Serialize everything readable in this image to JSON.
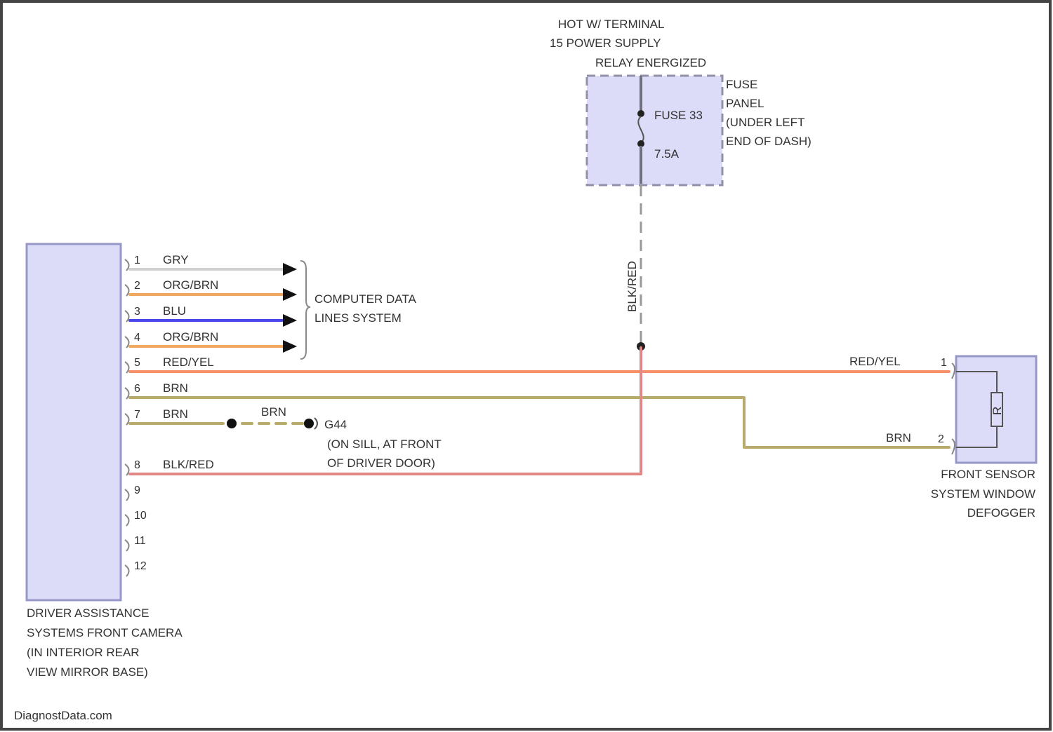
{
  "power": {
    "line1": "HOT W/ TERMINAL",
    "line2": "15 POWER SUPPLY",
    "line3": "RELAY ENERGIZED"
  },
  "fuse_panel": {
    "desc": [
      "FUSE",
      "PANEL",
      "(UNDER LEFT",
      "END OF DASH)"
    ],
    "fuse_name": "FUSE 33",
    "fuse_rating": "7.5A",
    "vertical_wire_label": "BLK/RED"
  },
  "camera": {
    "desc": [
      "DRIVER ASSISTANCE",
      "SYSTEMS FRONT CAMERA",
      "(IN INTERIOR REAR",
      "VIEW MIRROR BASE)"
    ],
    "pins": [
      {
        "num": "1",
        "wire": "GRY"
      },
      {
        "num": "2",
        "wire": "ORG/BRN"
      },
      {
        "num": "3",
        "wire": "BLU"
      },
      {
        "num": "4",
        "wire": "ORG/BRN"
      },
      {
        "num": "5",
        "wire": "RED/YEL"
      },
      {
        "num": "6",
        "wire": "BRN"
      },
      {
        "num": "7",
        "wire": "BRN"
      },
      {
        "num": "8",
        "wire": "BLK/RED"
      },
      {
        "num": "9",
        "wire": ""
      },
      {
        "num": "10",
        "wire": ""
      },
      {
        "num": "11",
        "wire": ""
      },
      {
        "num": "12",
        "wire": ""
      }
    ]
  },
  "data_lines": [
    "COMPUTER DATA",
    "LINES SYSTEM"
  ],
  "ground": {
    "wire": "BRN",
    "name": "G44",
    "desc": [
      "(ON SILL, AT FRONT",
      "OF DRIVER DOOR)"
    ]
  },
  "defogger": {
    "desc": [
      "FRONT SENSOR",
      "SYSTEM WINDOW",
      "DEFOGGER"
    ],
    "pins": [
      {
        "num": "1",
        "wire": "RED/YEL"
      },
      {
        "num": "2",
        "wire": "BRN"
      }
    ],
    "element_label": "R"
  },
  "colors": {
    "GRY": "#d0d0d0",
    "ORG_BRN": "#f0a860",
    "BLU": "#4848e8",
    "RED_YEL": "#f5906a",
    "BRN": "#b8aa6a",
    "BLK_RED": "#e08888",
    "component_fill": "#dcdcf8",
    "component_stroke": "#9898c8"
  },
  "footer": {
    "watermark": "DiagnostData.com"
  }
}
